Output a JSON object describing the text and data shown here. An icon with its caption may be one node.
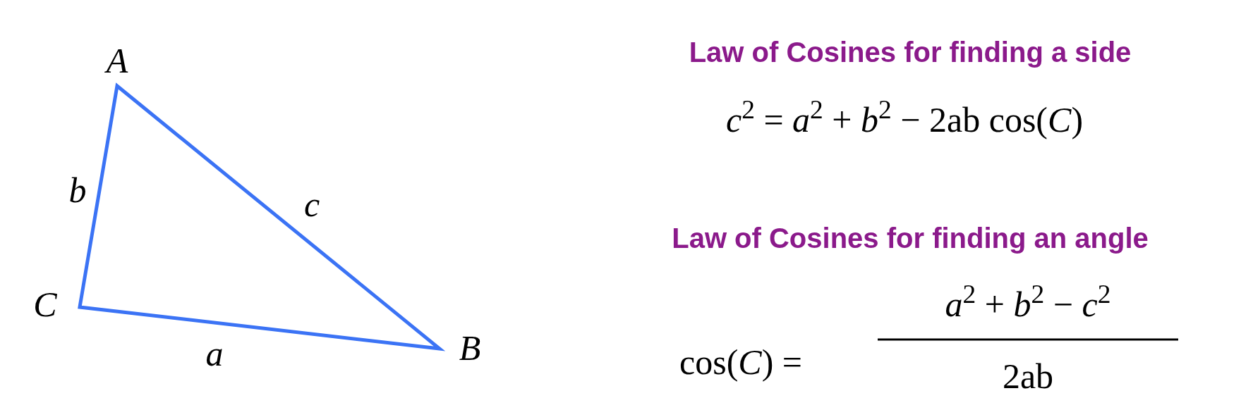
{
  "diagram": {
    "labels": [
      "A",
      "b",
      "c",
      "C",
      "a",
      "B",
      "Law of Cosines for finding a side",
      "*c*$^{2}$ = *a*$^{2}$ + *b*$^{2}$ − 2ab cos(*C*)",
      "Law of Cosines for finding an angle",
      "cos(*C*) =",
      "*a*$^{2}$ + *b*$^{2}$ − *c*$^{2}$",
      "2ab"
    ]
  }
}
